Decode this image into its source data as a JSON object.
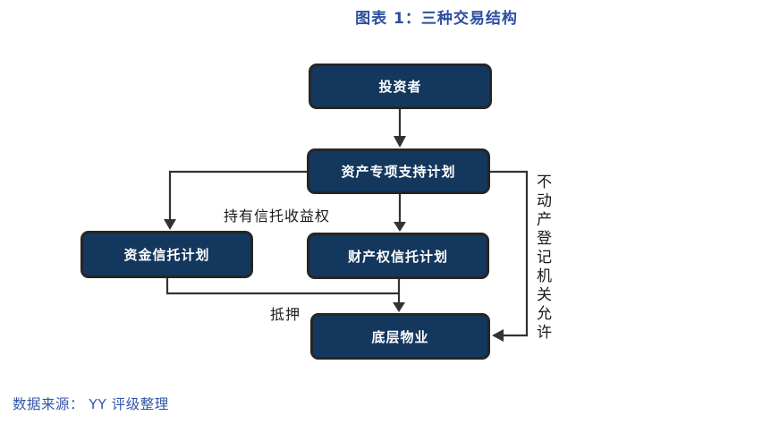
{
  "title": "图表 1：三种交易结构",
  "nodes": [
    {
      "id": "investor",
      "label": "投资者"
    },
    {
      "id": "asset-plan",
      "label": "资产专项支持计划"
    },
    {
      "id": "fund-trust",
      "label": "资金信托计划"
    },
    {
      "id": "property-trust",
      "label": "财产权信托计划"
    },
    {
      "id": "underlying-property",
      "label": "底层物业"
    }
  ],
  "edges": [
    {
      "from": "investor",
      "to": "asset-plan",
      "label": ""
    },
    {
      "from": "asset-plan",
      "to": "fund-trust",
      "label": "持有信托收益权"
    },
    {
      "from": "asset-plan",
      "to": "property-trust",
      "label": ""
    },
    {
      "from": "fund-trust",
      "to": "underlying-property",
      "label": "抵押"
    },
    {
      "from": "property-trust",
      "to": "underlying-property",
      "label": ""
    },
    {
      "from": "asset-plan",
      "to": "underlying-property",
      "label": "不动产登记机关允许"
    }
  ],
  "source_note": "数据来源： YY 评级整理",
  "colors": {
    "node_fill": "#14375E",
    "node_border": "#262626",
    "node_text": "#FFFFFF",
    "connector": "#333333",
    "title_text": "#2B4EA2",
    "label_text": "#1A1A1A",
    "source_text": "#3456A8"
  }
}
